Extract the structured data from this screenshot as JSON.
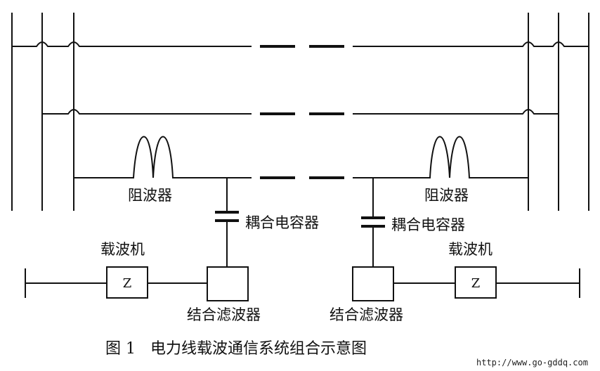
{
  "labels": {
    "wave_trap": "阻波器",
    "coupling_capacitor": "耦合电容器",
    "carrier_machine": "载波机",
    "combining_filter": "结合滤波器",
    "z": "Z"
  },
  "caption": "图 1   电力线载波通信系统组合示意图",
  "watermark": "http://www.go-gddq.com"
}
